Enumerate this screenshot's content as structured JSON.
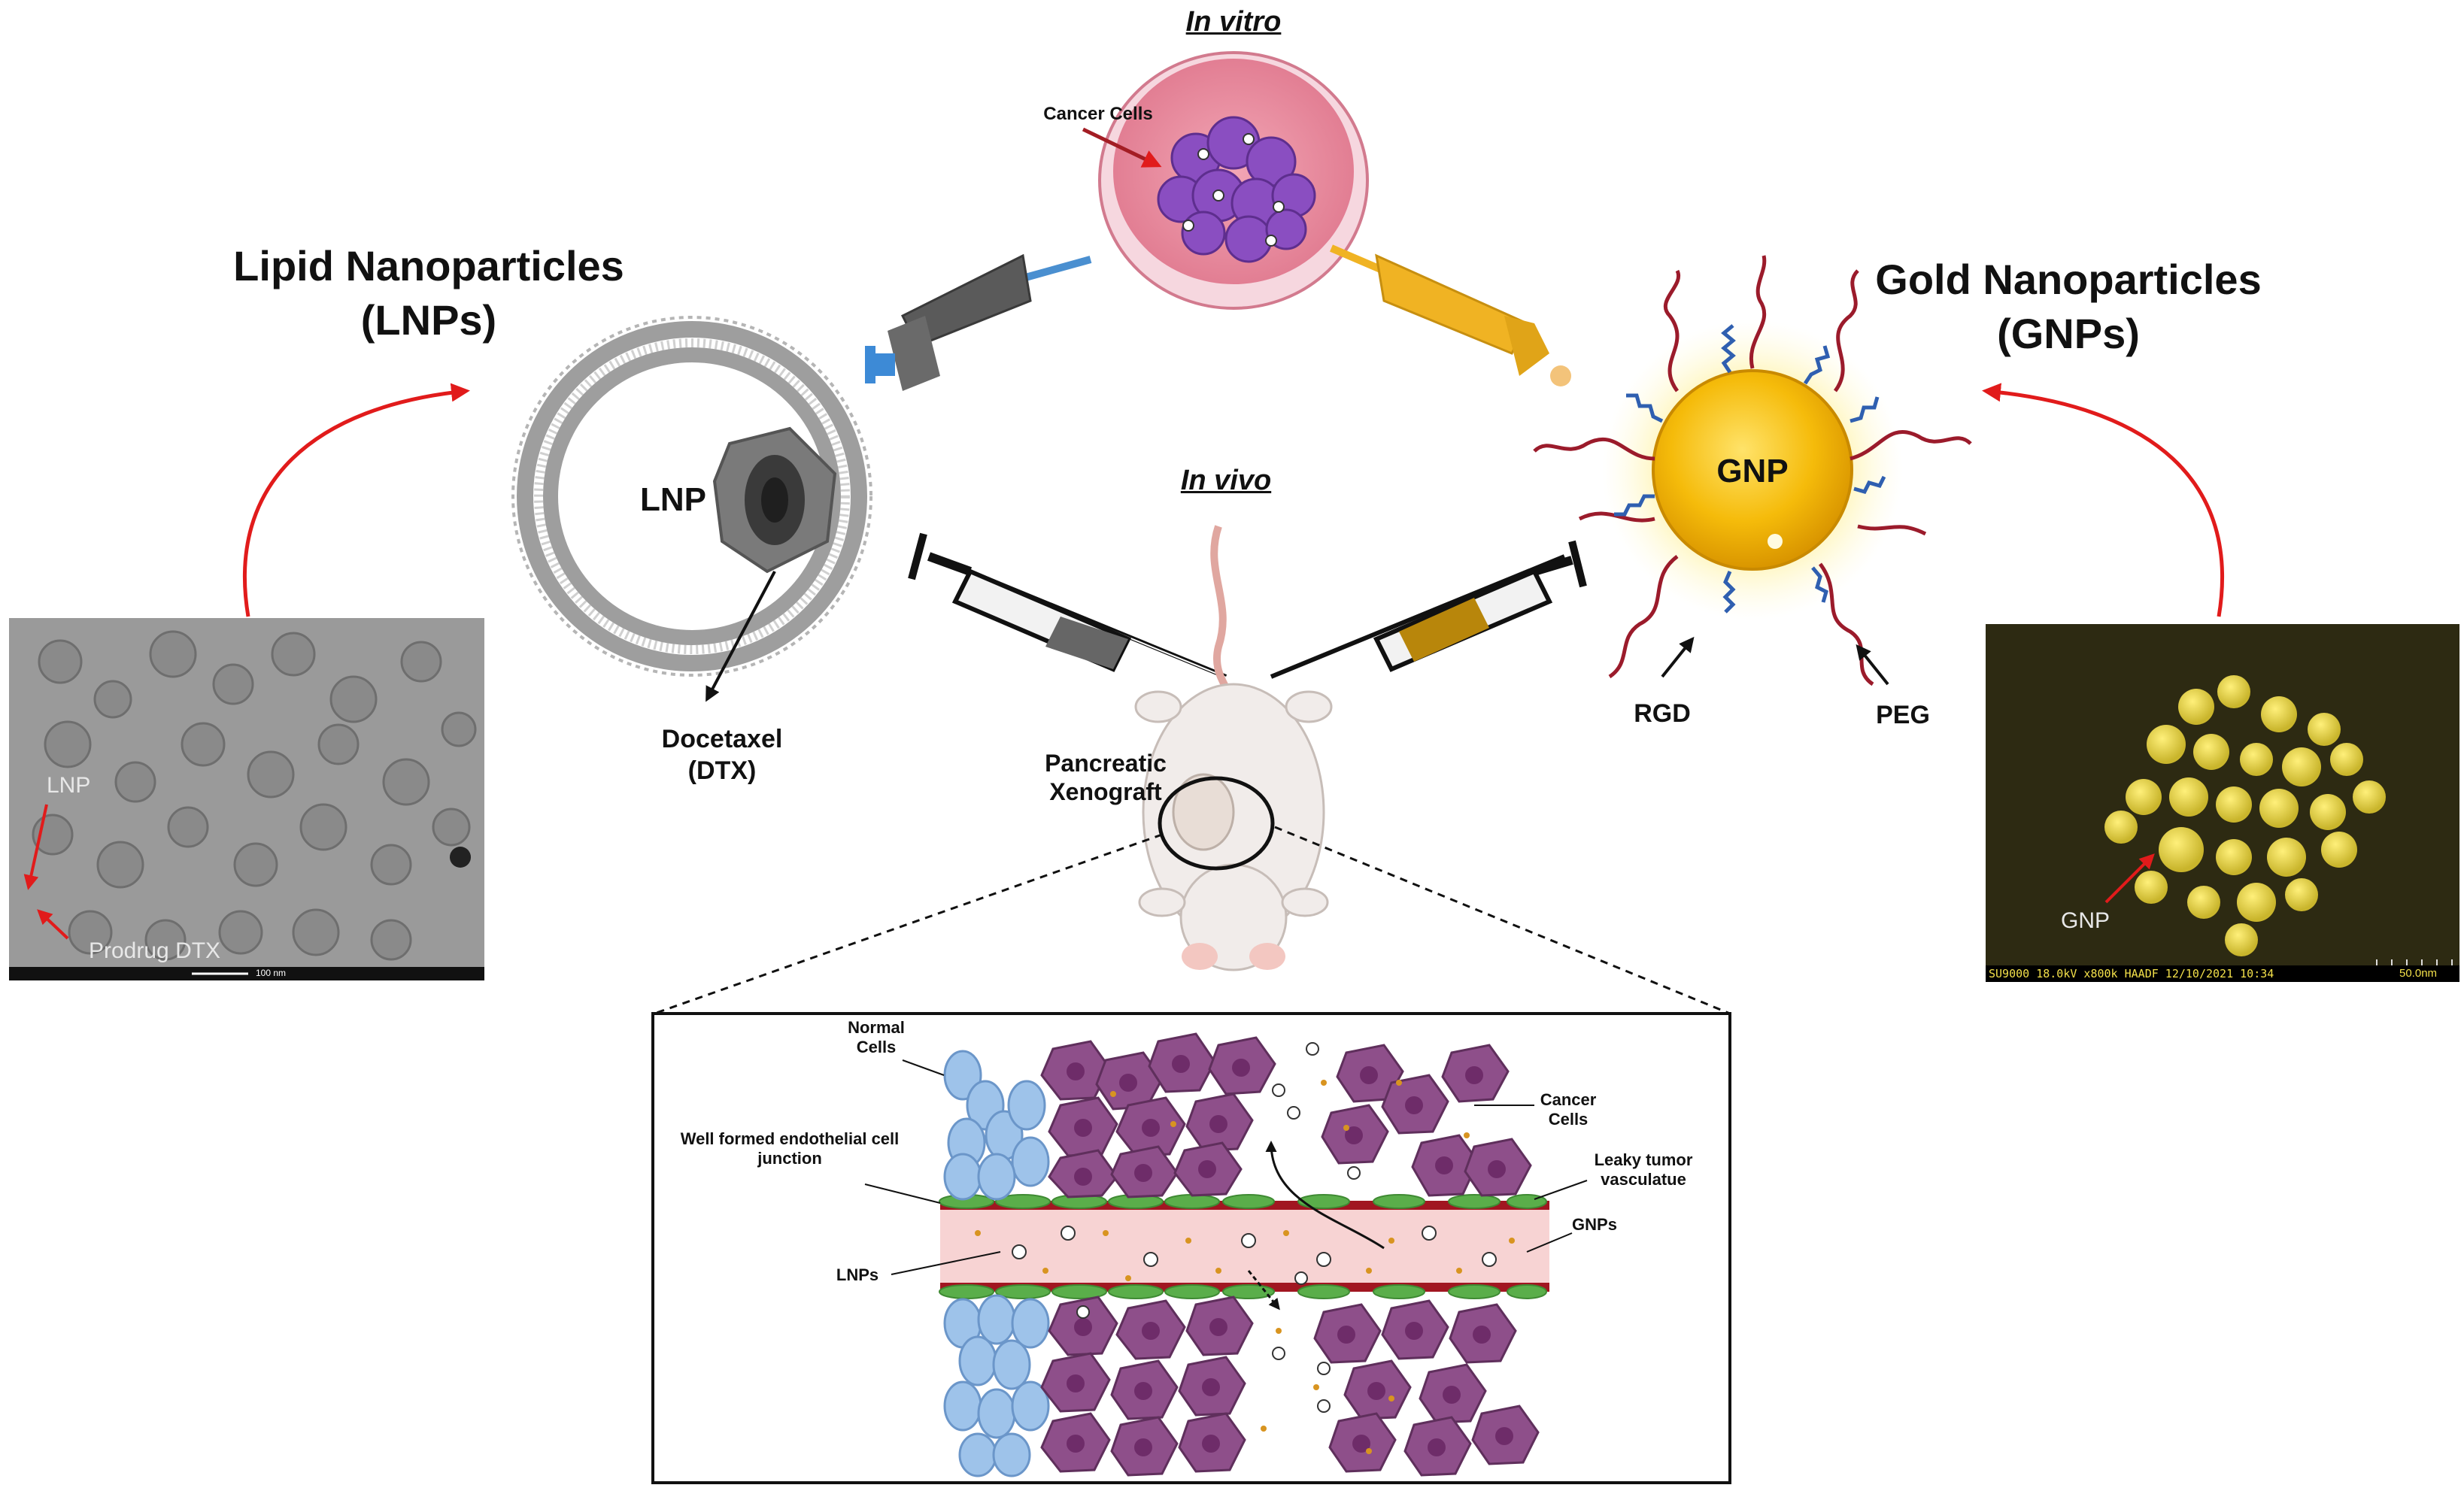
{
  "titles": {
    "lnp": "Lipid Nanoparticles",
    "lnp_abbr": "(LNPs)",
    "gnp": "Gold Nanoparticles",
    "gnp_abbr": "(GNPs)",
    "in_vitro": "In vitro",
    "in_vivo": "In vivo"
  },
  "labels": {
    "cancer_cells_dish": "Cancer Cells",
    "lnp_center": "LNP",
    "docetaxel": "Docetaxel",
    "dtx": "(DTX)",
    "gnp_center": "GNP",
    "rgd": "RGD",
    "peg": "PEG",
    "pancreatic": "Pancreatic",
    "xenograft": "Xenograft"
  },
  "micrographs": {
    "lnp_label": "LNP",
    "prodrug_label": "Prodrug DTX",
    "lnp_scale": "100 nm",
    "gnp_label": "GNP",
    "gnp_info": "SU9000 18.0kV x800k HAADF 12/10/2021 10:34",
    "gnp_scale": "50.0nm"
  },
  "inset": {
    "normal_cells_1": "Normal",
    "normal_cells_2": "Cells",
    "junction_1": "Well formed endothelial cell",
    "junction_2": "junction",
    "lnps": "LNPs",
    "cancer_cells_1": "Cancer",
    "cancer_cells_2": "Cells",
    "leaky_1": "Leaky tumor",
    "leaky_2": "vasculatue",
    "gnps": "GNPs"
  },
  "colors": {
    "arrow_red": "#e11b1b",
    "gold": "#f2b705",
    "cancer_cell": "#8e4f8a",
    "normal_cell": "#9ec3ea",
    "endothelium": "#5aae4a",
    "vessel_lumen": "#f7d3d3",
    "syringe_blue": "#4a8fd0",
    "syringe_yellow": "#f0b323"
  }
}
